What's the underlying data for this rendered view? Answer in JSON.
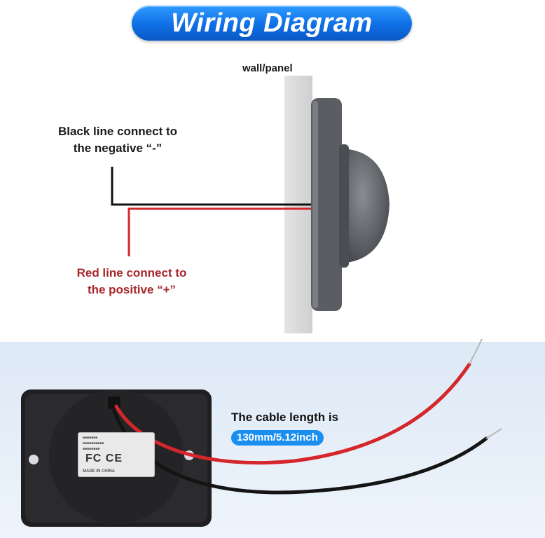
{
  "title": "Wiring Diagram",
  "wall_label": "wall/panel",
  "black_label": [
    "Black line connect to",
    "the negative “-”"
  ],
  "red_label": [
    "Red line connect to",
    "the positive “+”"
  ],
  "cable_label": "The cable length is",
  "cable_length": "130mm/5.12inch",
  "plate": {
    "marks": "FC CE",
    "origin": "MADE IN CHINA"
  },
  "colors": {
    "banner": "#1677ee",
    "black_wire": "#111111",
    "red_wire": "#d4262b",
    "red_text": "#a8262a",
    "wall": "#d9d9d9",
    "device": "#5a5d62",
    "pill": "#1b8ff0"
  }
}
